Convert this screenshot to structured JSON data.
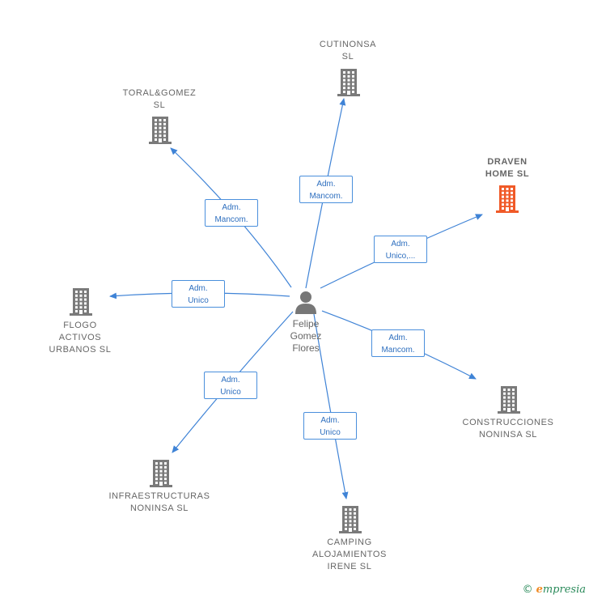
{
  "colors": {
    "edge": "#3f83d6",
    "company": "#7a7a7a",
    "focus_company": "#f05a28",
    "person": "#777777"
  },
  "center": {
    "name": "Felipe\nGomez\nFlores",
    "icon": "person-icon"
  },
  "companies": [
    {
      "key": "cutinonsa",
      "name": "CUTINONSA\nSL",
      "role": "Adm.\nMancom.",
      "focus": false
    },
    {
      "key": "toral",
      "name": "TORAL&GOMEZ\nSL",
      "role": "Adm.\nMancom.",
      "focus": false
    },
    {
      "key": "draven",
      "name": "DRAVEN\nHOME  SL",
      "role": "Adm.\nUnico,...",
      "focus": true
    },
    {
      "key": "flogo",
      "name": "FLOGO\nACTIVOS\nURBANOS  SL",
      "role": "Adm.\nUnico",
      "focus": false
    },
    {
      "key": "construcciones",
      "name": "CONSTRUCCIONES\nNONINSA SL",
      "role": "Adm.\nMancom.",
      "focus": false
    },
    {
      "key": "infraestructuras",
      "name": "INFRAESTRUCTURAS\nNONINSA  SL",
      "role": "Adm.\nUnico",
      "focus": false
    },
    {
      "key": "camping",
      "name": "CAMPING\nALOJAMIENTOS\nIRENE  SL",
      "role": "Adm.\nUnico",
      "focus": false
    }
  ],
  "footer": {
    "copyright": "©",
    "brand_first": "e",
    "brand_rest": "mpresia"
  }
}
